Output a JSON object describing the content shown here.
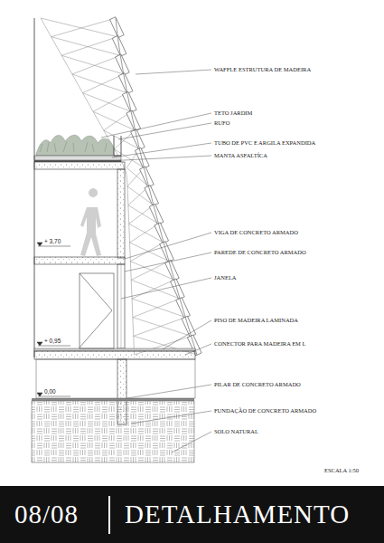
{
  "diagram": {
    "title": "DETALHAMENTO",
    "labels": [
      "WAFFLE ESTRUTURA DE MADEIRA",
      "TETO JARDIM",
      "RUFO",
      "TUBO DE PVC E ARGILA EXPANDIDA",
      "MANTA ASFALTÍCA",
      "+ 3,70",
      "VIGA DE CONCRETO ARMADO",
      "PAREDE DE CONCRETO ARMADO",
      "JANELA",
      "PISO DE MADEIRA LAMINADA",
      "+ 0,95",
      "CONECTOR PARA MADEIRA EM L",
      "0,00",
      "PILAR DE CONCRETO ARMADO",
      "FUNDAÇÃO DE CONCRETO ARMADO",
      "SOLO NATURAL",
      "ESCALA 1:50",
      "08/08"
    ]
  }
}
